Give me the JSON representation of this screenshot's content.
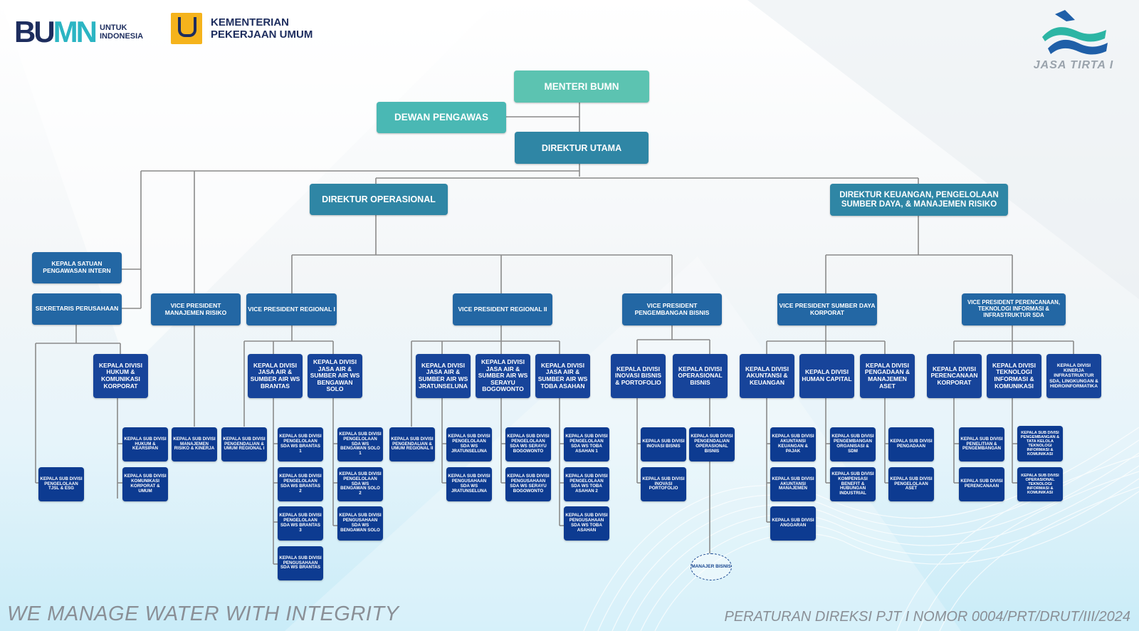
{
  "header": {
    "bumn_logo_mark": "BUMN",
    "bumn_tagline_1": "UNTUK",
    "bumn_tagline_2": "INDONESIA",
    "pu_line_1": "KEMENTERIAN",
    "pu_line_2": "PEKERJAAN UMUM",
    "company_logo_text": "JASA TIRTA I"
  },
  "colors": {
    "top_level": "#5cc3b1",
    "director": "#2f86a5",
    "vice_president": "#2367a4",
    "division": "#17449a",
    "sub_division": "#0d3b91",
    "connector": "#8a8a8a"
  },
  "org": {
    "menteri": "MENTERI BUMN",
    "dewan": "DEWAN PENGAWAS",
    "dirut": "DIREKTUR UTAMA",
    "dirop": "DIREKTUR OPERASIONAL",
    "dirkeu": "DIREKTUR KEUANGAN, PENGELOLAAN SUMBER DAYA, & MANAJEMEN RISIKO",
    "spi": "KEPALA SATUAN PENGAWASAN INTERN",
    "sekper": "SEKRETARIS PERUSAHAAN",
    "vp_mr": "VICE PRESIDENT MANAJEMEN RISIKO",
    "vp_r1": "VICE PRESIDENT REGIONAL I",
    "vp_r2": "VICE PRESIDENT REGIONAL II",
    "vp_pb": "VICE PRESIDENT PENGEMBANGAN BISNIS",
    "vp_sdk": "VICE PRESIDENT SUMBER DAYA KORPORAT",
    "vp_pti": "VICE PRESIDENT PERENCANAAN, TEKNOLOGI INFORMASI & INFRASTRUKTUR SDA",
    "div_hukum": "KEPALA DIVISI HUKUM & KOMUNIKASI KORPORAT",
    "div_brantas": "KEPALA DIVISI JASA AIR & SUMBER AIR WS BRANTAS",
    "div_bengawan": "KEPALA DIVISI JASA AIR & SUMBER AIR WS BENGAWAN SOLO",
    "div_jratun": "KEPALA DIVISI JASA AIR & SUMBER AIR WS JRATUNSELUNA",
    "div_serayu": "KEPALA DIVISI JASA AIR & SUMBER AIR WS SERAYU BOGOWONTO",
    "div_toba": "KEPALA DIVISI JASA AIR & SUMBER AIR WS TOBA ASAHAN",
    "div_inovasi": "KEPALA DIVISI INOVASI BISNIS & PORTOFOLIO",
    "div_opbis": "KEPALA DIVISI OPERASIONAL BISNIS",
    "div_akun": "KEPALA DIVISI AKUNTANSI & KEUANGAN",
    "div_hc": "KEPALA DIVISI HUMAN CAPITAL",
    "div_pengadaan": "KEPALA DIVISI PENGADAAN & MANAJEMEN ASET",
    "div_rencana": "KEPALA DIVISI PERENCANAAN KORPORAT",
    "div_ti": "KEPALA DIVISI TEKNOLOGI INFORMASI & KOMUNIKASI",
    "div_kinerja": "KEPALA DIVISI KINERJA INFRASTRUKTUR SDA, LINGKUNGAN & HIDROINFORMATIKA",
    "sub_tjsl": "KEPALA SUB DIVISI PENGELOLAAN TJSL & ESG",
    "sub_hukum": "KEPALA SUB DIVISI HUKUM & KEARSIPAN",
    "sub_kompor": "KEPALA SUB DIVISI KOMUNIKASI KORPORAT & UMUM",
    "sub_mrk": "KEPALA SUB DIVISI MANAJEMEN RISIKO & KINERJA",
    "sub_pdu1": "KEPALA SUB DIVISI PENGENDALIAN & UMUM REGIONAL I",
    "sub_br1": "KEPALA SUB DIVISI PENGELOLAAN SDA WS BRANTAS 1",
    "sub_br2": "KEPALA SUB DIVISI PENGELOLAAN SDA WS BRANTAS 2",
    "sub_br3": "KEPALA SUB DIVISI PENGELOLAAN SDA WS BRANTAS 3",
    "sub_brp": "KEPALA SUB DIVISI PENGUSAHAAN SDA WS BRANTAS",
    "sub_bs1": "KEPALA SUB DIVISI PENGELOLAAN SDA WS BENGAWAN SOLO 1",
    "sub_bs2": "KEPALA SUB DIVISI PENGELOLAAN SDA WS BENGAWAN SOLO 2",
    "sub_bsp": "KEPALA SUB DIVISI PENGUSAHAAN SDA WS BENGAWAN SOLO",
    "sub_pdu2": "KEPALA SUB DIVISI PENGENDALIAN & UMUM REGIONAL II",
    "sub_jr1": "KEPALA SUB DIVISI PENGELOLAAN SDA WS JRATUNSELUNA",
    "sub_jrp": "KEPALA SUB DIVISI PENGUSAHAAN SDA WS JRATUNSELUNA",
    "sub_sy1": "KEPALA SUB DIVISI PENGELOLAAN SDA WS SERAYU BOGOWONTO",
    "sub_syp": "KEPALA SUB DIVISI PENGUSAHAAN SDA WS SERAYU BOGOWONTO",
    "sub_ta1": "KEPALA SUB DIVISI PENGELOLAAN SDA WS TOBA ASAHAN 1",
    "sub_ta2": "KEPALA SUB DIVISI PENGELOLAAN SDA WS TOBA ASAHAN 2",
    "sub_tap": "KEPALA SUB DIVISI PENGUSAHAAN SDA WS TOBA ASAHAN",
    "sub_inov": "KEPALA SUB DIVISI INOVASI BISNIS",
    "sub_port": "KEPALA SUB DIVISI INOVASI PORTOFOLIO",
    "sub_pob": "KEPALA SUB DIVISI PENGENDALIAN OPERASIONAL BISNIS",
    "sub_akp": "KEPALA SUB DIVISI AKUNTANSI KEUANGAN & PAJAK",
    "sub_akm": "KEPALA SUB DIVISI AKUNTANSI MANAJEMEN",
    "sub_ang": "KEPALA SUB DIVISI ANGGARAN",
    "sub_pos": "KEPALA SUB DIVISI PENGEMBANGAN ORGANISASI & SDM",
    "sub_kbh": "KEPALA SUB DIVISI KOMPENSASI BENEFIT & HUBUNGAN INDUSTRIAL",
    "sub_pgd": "KEPALA SUB DIVISI PENGADAAN",
    "sub_pgs": "KEPALA SUB DIVISI PENGELOLAAN ASET",
    "sub_plp": "KEPALA SUB DIVISI PENELITIAN & PENGEMBANGAN",
    "sub_prc": "KEPALA SUB DIVISI PERENCANAAN",
    "sub_ptk": "KEPALA SUB DIVISI PENGEMBANGAN & TATA KELOLA TEKNOLOGI INFORMASI & KOMUNIKASI",
    "sub_oti": "KEPALA SUB DIVISI OPERASIONAL TEKNOLOGI INFORMASI & KOMUNIKASI",
    "manajer": "MANAJER BISNIS"
  },
  "footer": {
    "motto": "WE MANAGE WATER WITH INTEGRITY",
    "regulation": "PERATURAN DIREKSI PJT I NOMOR 0004/PRT/DRUT/III/2024"
  }
}
